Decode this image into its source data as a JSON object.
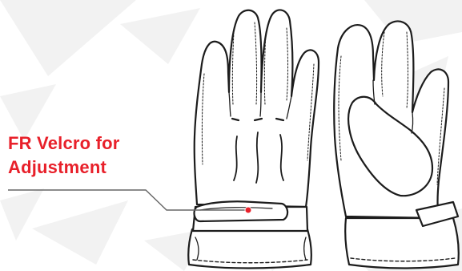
{
  "callout": {
    "line1": "FR Velcro for",
    "line2": "Adjustment"
  },
  "colors": {
    "label": "#e8202a",
    "leader": "#666666",
    "marker": "#e8202a",
    "ink": "#1c1c1c",
    "background_shard": "#f2f2f2"
  },
  "illustration": {
    "subject": "pair of work gloves with adjustable velcro wrist strap",
    "left_glove": "back of hand view",
    "right_glove": "palm view"
  }
}
